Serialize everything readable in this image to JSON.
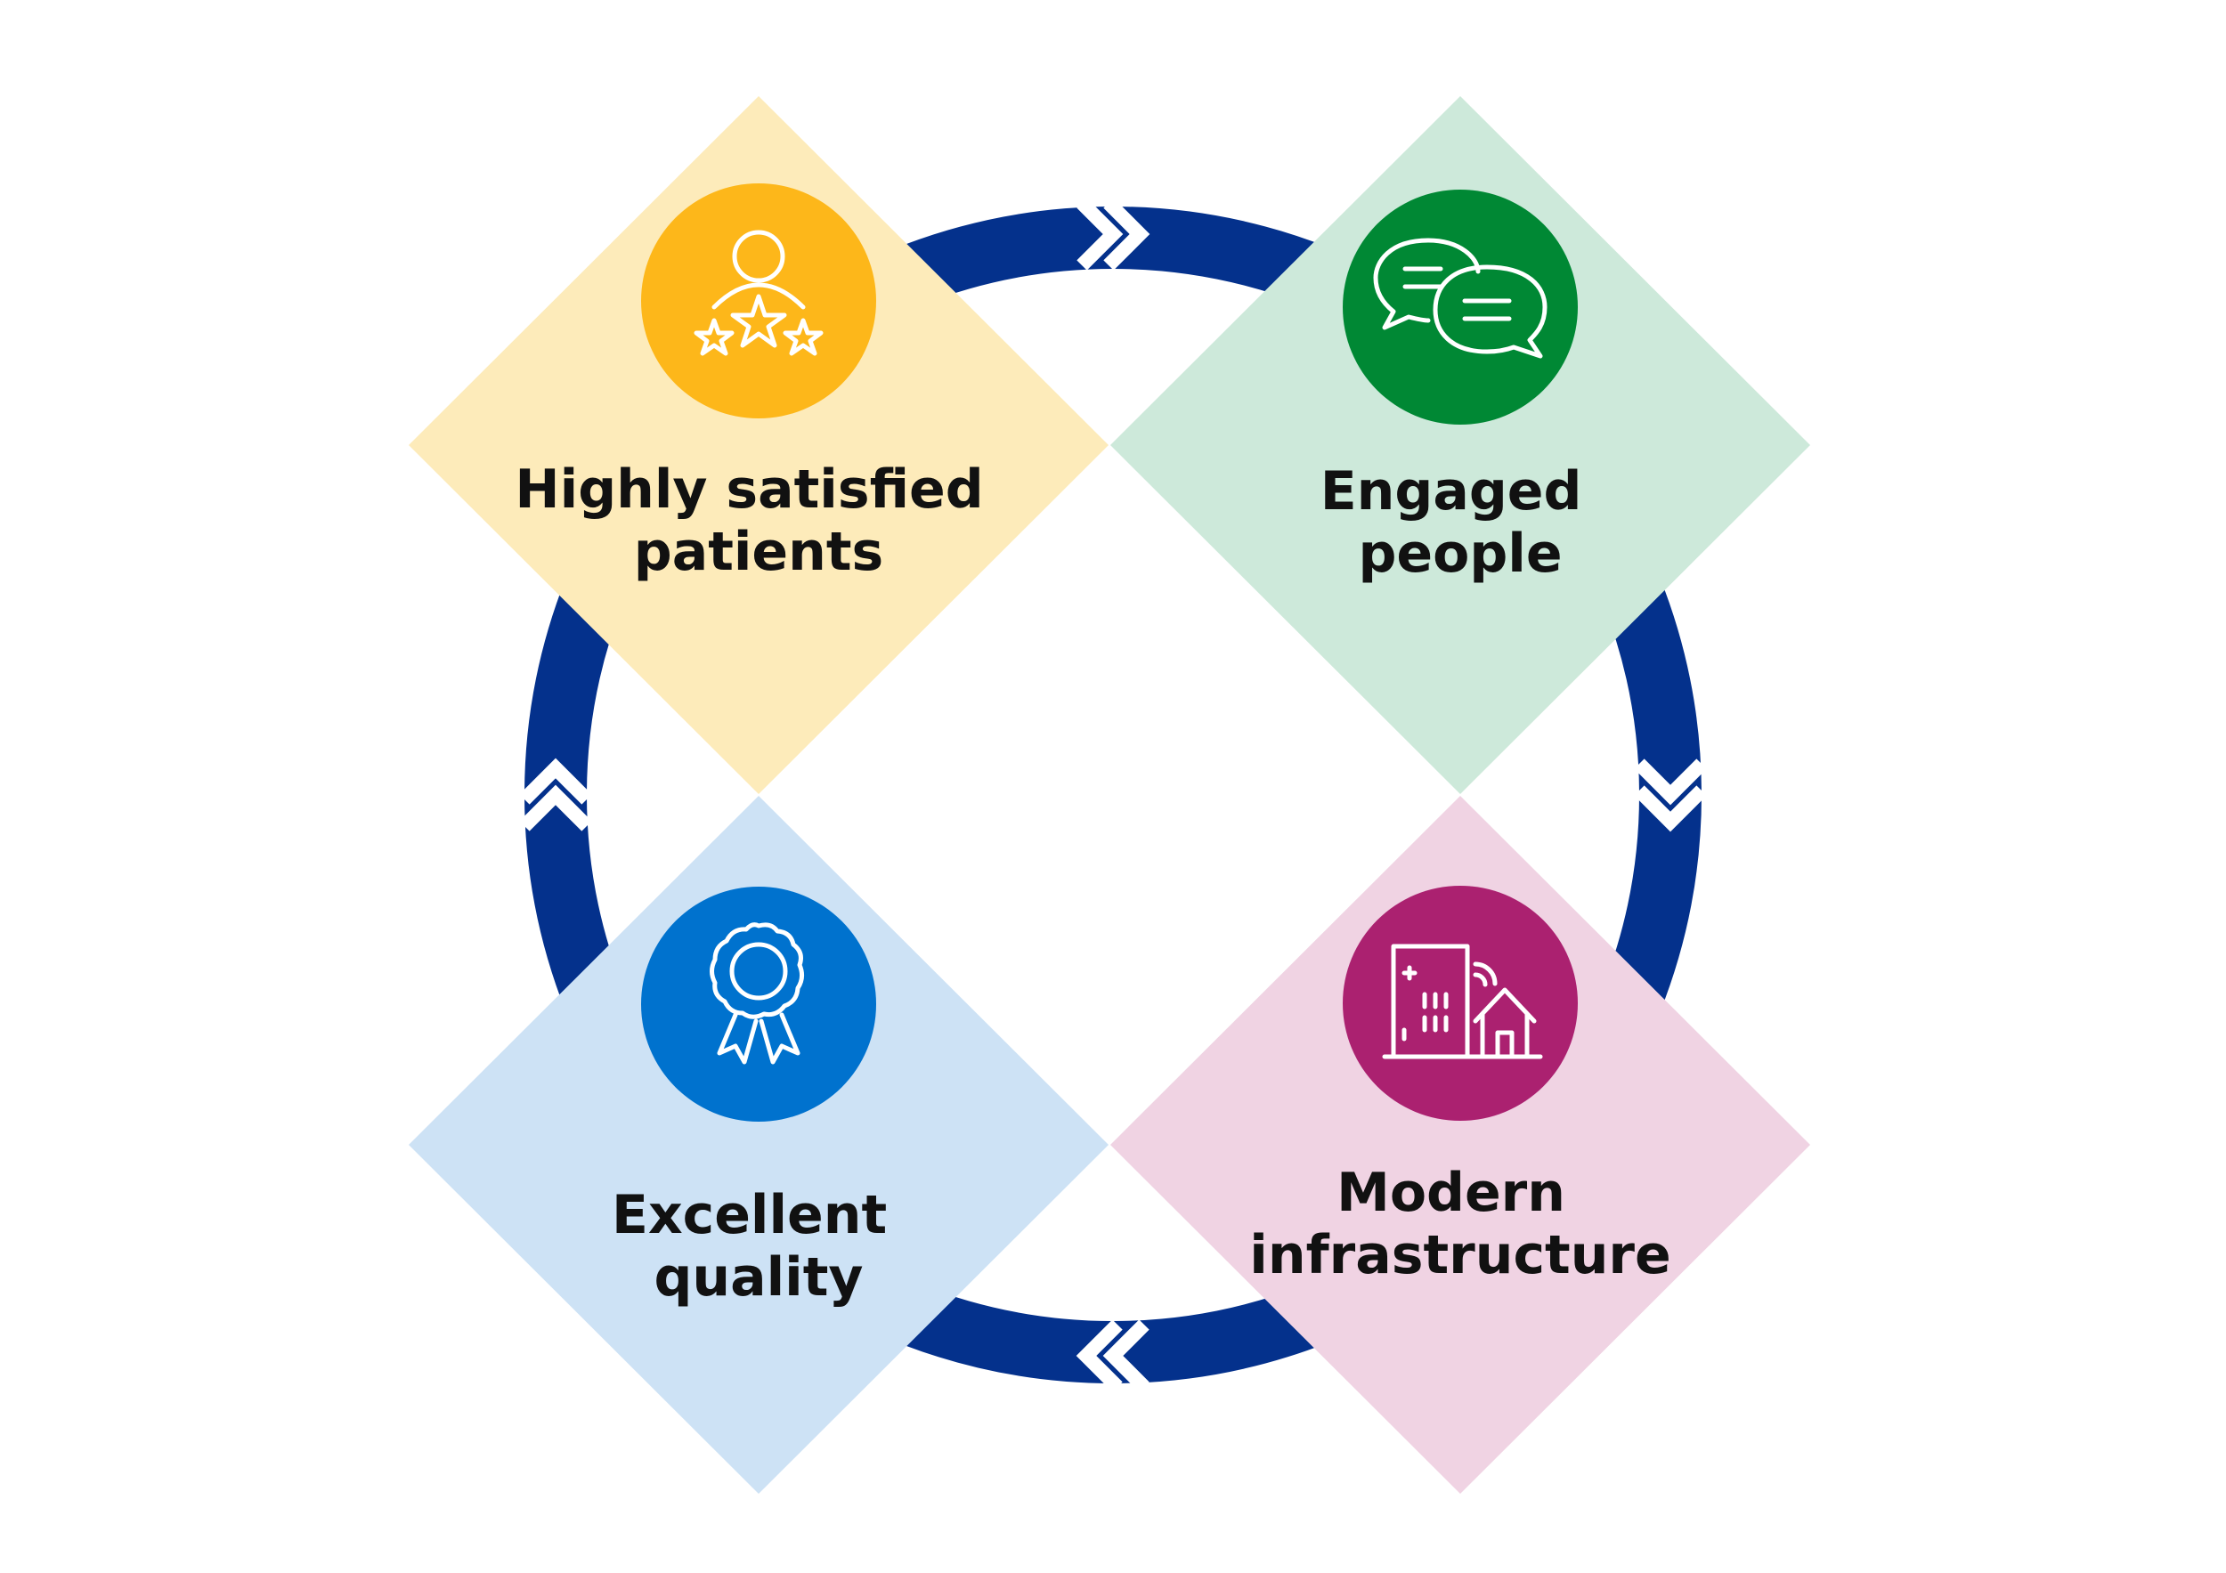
{
  "diagram": {
    "cycle_color": "#04318c",
    "quadrants": [
      {
        "key": "patients",
        "lines": [
          "Highly satisfied",
          "patients"
        ],
        "icon": "person-with-stars-icon",
        "tile_color": "#fdebba",
        "circle_color": "#fdb71a"
      },
      {
        "key": "people",
        "lines": [
          "Engaged",
          "people"
        ],
        "icon": "chat-bubbles-icon",
        "tile_color": "#cde9da",
        "circle_color": "#008834"
      },
      {
        "key": "infrastructure",
        "lines": [
          "Modern",
          "infrastructure"
        ],
        "icon": "building-and-house-icon",
        "tile_color": "#f0d3e3",
        "circle_color": "#ab2170"
      },
      {
        "key": "quality",
        "lines": [
          "Excellent",
          "quality"
        ],
        "icon": "award-ribbon-icon",
        "tile_color": "#cde2f5",
        "circle_color": "#0072ce"
      }
    ]
  }
}
